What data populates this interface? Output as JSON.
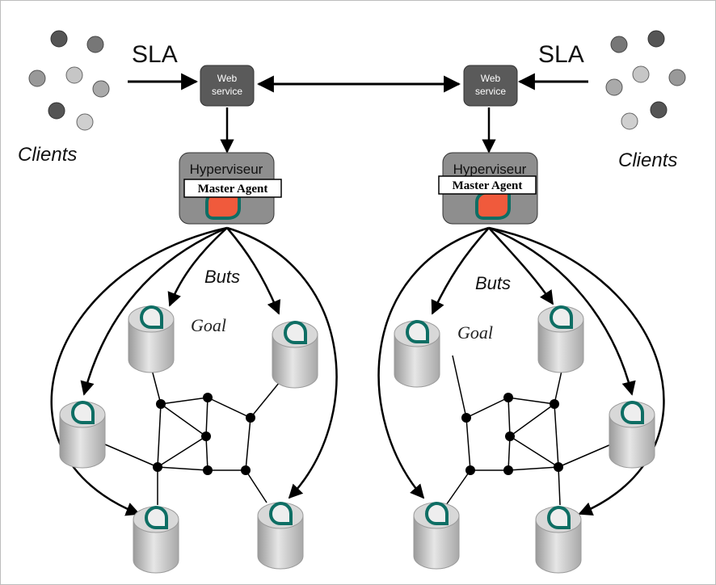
{
  "left": {
    "sla_label": "SLA",
    "clients_label": "Clients",
    "webservice_line1": "Web",
    "webservice_line2": "service",
    "hypervisor_label": "Hyperviseur",
    "master_label": "Master Agent",
    "buts_label": "Buts",
    "goal_label": "Goal"
  },
  "right": {
    "sla_label": "SLA",
    "clients_label": "Clients",
    "webservice_line1": "Web",
    "webservice_line2": "service",
    "hypervisor_label": "Hyperviseur",
    "master_label": "Master Agent",
    "buts_label": "Buts",
    "goal_label": "Goal"
  },
  "colors": {
    "client_dark": "#555555",
    "client_mid": "#8c8c8c",
    "client_light": "#c8c8c8",
    "webservice_fill": "#5a5a5a",
    "hypervisor_fill": "#8e8e8e",
    "agent_outline": "#0e6e64",
    "master_core": "#f05a3c",
    "cylinder_fill": "#d0d0d0"
  }
}
